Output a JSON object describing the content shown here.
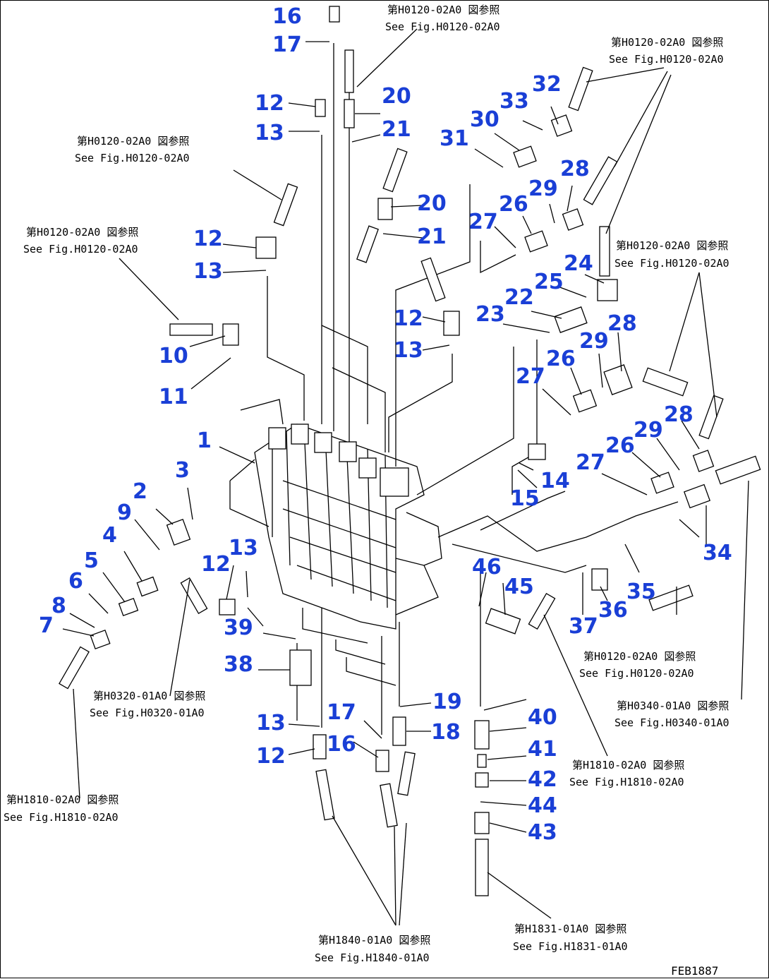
{
  "diagram": {
    "code": "FEB1887",
    "part_numbers": [
      "1",
      "2",
      "3",
      "4",
      "5",
      "6",
      "7",
      "8",
      "9",
      "10",
      "11",
      "12",
      "13",
      "14",
      "15",
      "16",
      "17",
      "18",
      "19",
      "20",
      "21",
      "22",
      "23",
      "24",
      "25",
      "26",
      "27",
      "28",
      "29",
      "30",
      "31",
      "32",
      "33",
      "34",
      "35",
      "36",
      "37",
      "38",
      "39",
      "40",
      "41",
      "42",
      "43",
      "44",
      "45",
      "46"
    ],
    "references": [
      {
        "jp": "第H0120-02A0 図参照",
        "en": "See Fig.H0120-02A0"
      },
      {
        "jp": "第H0120-02A0 図参照",
        "en": "See Fig.H0120-02A0"
      },
      {
        "jp": "第H0120-02A0 図参照",
        "en": "See Fig.H0120-02A0"
      },
      {
        "jp": "第H0120-02A0 図参照",
        "en": "See Fig.H0120-02A0"
      },
      {
        "jp": "第H0120-02A0 図参照",
        "en": "See Fig.H0120-02A0"
      },
      {
        "jp": "第H0120-02A0 図参照",
        "en": "See Fig.H0120-02A0"
      },
      {
        "jp": "第H0340-01A0 図参照",
        "en": "See Fig.H0340-01A0"
      },
      {
        "jp": "第H1810-02A0 図参照",
        "en": "See Fig.H1810-02A0"
      },
      {
        "jp": "第H0320-01A0 図参照",
        "en": "See Fig.H0320-01A0"
      },
      {
        "jp": "第H1810-02A0 図参照",
        "en": "See Fig.H1810-02A0"
      },
      {
        "jp": "第H1840-01A0 図参照",
        "en": "See Fig.H1840-01A0"
      },
      {
        "jp": "第H1831-01A0 図参照",
        "en": "See Fig.H1831-01A0"
      }
    ]
  }
}
